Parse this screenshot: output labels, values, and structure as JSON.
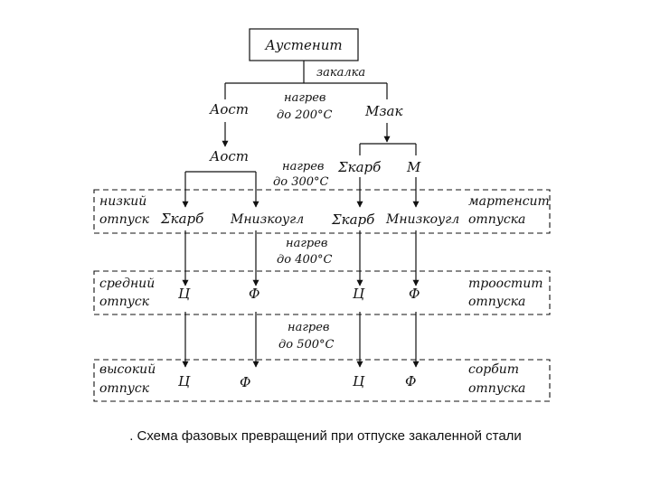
{
  "diagram": {
    "austenite": "Аустенит",
    "quench": "закалка",
    "a_ost_1": "Аост",
    "heat_200": [
      "нагрев",
      "до 200°С"
    ],
    "m_zak": "Мзак",
    "a_ost_2": "Аост",
    "heat_300": [
      "нагрев",
      "до 300°С"
    ],
    "sigma_karb_top": "Σкарб",
    "m_top": "М",
    "low_temper": {
      "label": [
        "низкий",
        "отпуск"
      ],
      "items": [
        "Σкарб",
        "Мнизкоугл",
        "Σкарб",
        "Мнизкоугл"
      ],
      "result": [
        "мартенсит",
        "отпуска"
      ]
    },
    "heat_400": [
      "нагрев",
      "до 400°С"
    ],
    "medium_temper": {
      "label": [
        "средний",
        "отпуск"
      ],
      "items": [
        "Ц",
        "Ф",
        "Ц",
        "Ф"
      ],
      "result": [
        "троостит",
        "отпуска"
      ]
    },
    "heat_500": [
      "нагрев",
      "до 500°С"
    ],
    "high_temper": {
      "label": [
        "высокий",
        "отпуск"
      ],
      "items": [
        "Ц",
        "Ф",
        "Ц",
        "Ф"
      ],
      "result": [
        "сорбит",
        "отпуска"
      ]
    }
  },
  "caption": ". Схема фазовых превращений при отпуске закаленной стали"
}
